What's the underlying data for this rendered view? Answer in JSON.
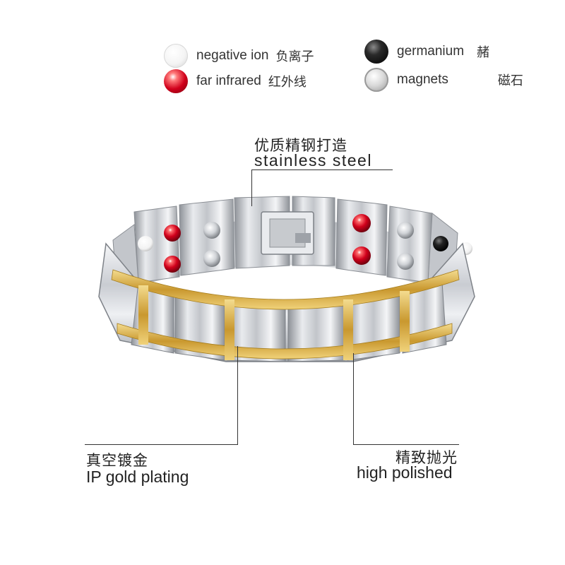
{
  "legend": [
    {
      "icon": "white-ball-icon",
      "en": "negative ion",
      "zh": "负离子"
    },
    {
      "icon": "red-ball-icon",
      "en": "far infrared",
      "zh": "红外线"
    },
    {
      "icon": "black-ball-icon",
      "en": "germanium",
      "zh": "赭"
    },
    {
      "icon": "gray-ball-icon",
      "en": "magnets",
      "zh": "磁石"
    }
  ],
  "callouts": {
    "steel": {
      "zh": "优质精钢打造",
      "en": "stainless steel"
    },
    "gold": {
      "zh": "真空镀金",
      "en": "IP gold plating"
    },
    "polish": {
      "zh": "精致抛光",
      "en": "high polished"
    }
  },
  "colors": {
    "gold": "#d9b24c",
    "silver": "#d8dbe0",
    "red": "#d1001b",
    "text": "#2a2a2a"
  }
}
